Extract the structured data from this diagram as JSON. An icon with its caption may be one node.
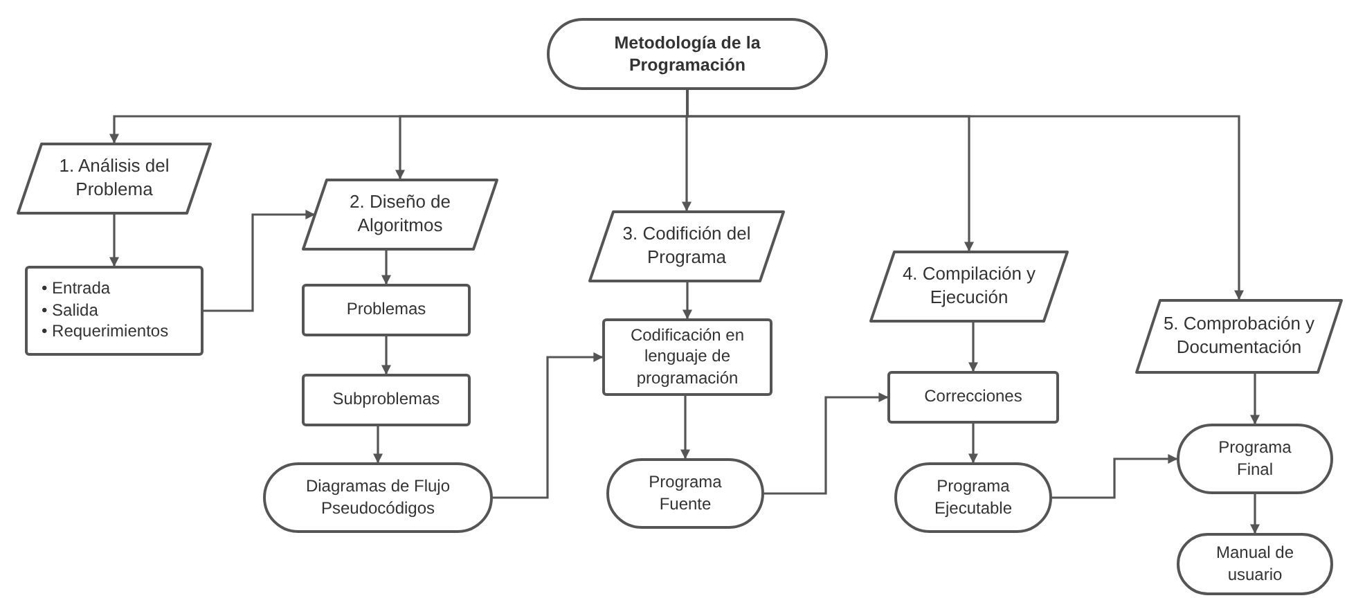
{
  "diagram": {
    "nodes": [
      {
        "text": [
          "Metodología de la Programación"
        ]
      },
      {
        "text": [
          "1. Análisis del Problema"
        ]
      },
      {
        "text": [
          "• Entrada",
          "• Salida",
          "• Requerimientos"
        ]
      },
      {
        "text": [
          "2. Diseño de Algoritmos"
        ]
      },
      {
        "text": [
          "Problemas"
        ]
      },
      {
        "text": [
          "Subproblemas"
        ]
      },
      {
        "text": [
          "Diagramas de Flujo Pseudocódigos"
        ]
      },
      {
        "text": [
          "3. Codifición del Programa"
        ]
      },
      {
        "text": [
          "Codificación en lenguaje de programación"
        ]
      },
      {
        "text": [
          "Programa Fuente"
        ]
      },
      {
        "text": [
          "4. Compilación y Ejecución"
        ]
      },
      {
        "text": [
          "Correcciones"
        ]
      },
      {
        "text": [
          "Programa Ejecutable"
        ]
      },
      {
        "text": [
          "5. Comprobación y Documentación"
        ]
      },
      {
        "text": [
          "Programa Final"
        ]
      },
      {
        "text": [
          "Manual de usuario"
        ]
      }
    ],
    "edges": [
      {
        "from": 0,
        "to": 1,
        "arrow": "to"
      },
      {
        "from": 0,
        "to": 3,
        "arrow": "to"
      },
      {
        "from": 0,
        "to": 7,
        "arrow": "to"
      },
      {
        "from": 0,
        "to": 10,
        "arrow": "to"
      },
      {
        "from": 0,
        "to": 13,
        "arrow": "to"
      },
      {
        "from": 1,
        "to": 2,
        "arrow": "to"
      },
      {
        "from": 2,
        "to": 3,
        "arrow": "to"
      },
      {
        "from": 3,
        "to": 4,
        "arrow": "to"
      },
      {
        "from": 4,
        "to": 5,
        "arrow": "to"
      },
      {
        "from": 5,
        "to": 6,
        "arrow": "to"
      },
      {
        "from": 6,
        "to": 8,
        "arrow": "to"
      },
      {
        "from": 7,
        "to": 8,
        "arrow": "to"
      },
      {
        "from": 8,
        "to": 9,
        "arrow": "to"
      },
      {
        "from": 9,
        "to": 11,
        "arrow": "to"
      },
      {
        "from": 10,
        "to": 11,
        "arrow": "to"
      },
      {
        "from": 11,
        "to": 12,
        "arrow": "to"
      },
      {
        "from": 12,
        "to": 14,
        "arrow": "to"
      },
      {
        "from": 13,
        "to": 14,
        "arrow": "to"
      },
      {
        "from": 14,
        "to": 15,
        "arrow": "to"
      }
    ]
  }
}
